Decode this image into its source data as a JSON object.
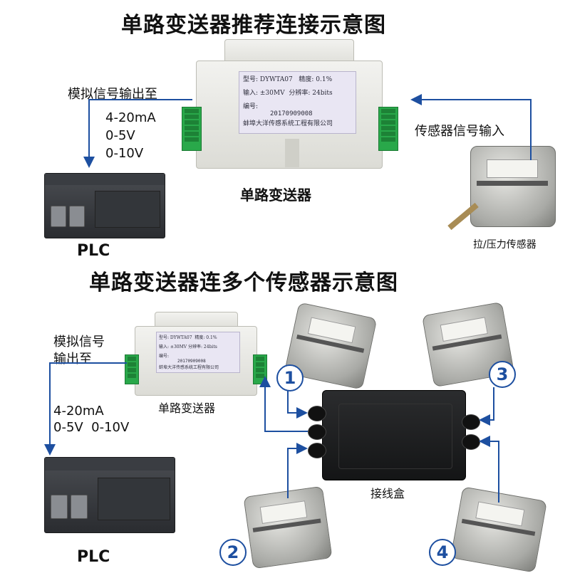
{
  "top": {
    "title": "单路变送器推荐连接示意图",
    "analog_out_label": "模拟信号输出至",
    "signals": [
      "4-20mA",
      "0-5V",
      "0-10V"
    ],
    "sensor_in_label": "传感器信号输入",
    "transmitter_caption": "单路变送器",
    "plc_caption": "PLC",
    "sensor_caption": "拉/压力传感器"
  },
  "transmitter_label": {
    "model": "型号: DYWTA07",
    "precision": "精度: 0.1%",
    "input": "输入: ±30MV",
    "resolution": "分辨率: 24bits",
    "serial_label": "编号:",
    "serial": "20170909008",
    "company": "蚌埠大洋传感系统工程有限公司"
  },
  "bottom": {
    "title": "单路变送器连多个传感器示意图",
    "analog_out_line1": "模拟信号",
    "analog_out_line2": "输出至",
    "signal_line1": "4-20mA",
    "signal_line2": "0-5V  0-10V",
    "transmitter_caption": "单路变送器",
    "plc_caption": "PLC",
    "junction_caption": "接线盒",
    "sensor_numbers": [
      "1",
      "2",
      "3",
      "4"
    ]
  },
  "colors": {
    "arrow": "#1d4fa0",
    "number_badge": "#1d4fa0",
    "terminal_green": "#29a84a"
  }
}
